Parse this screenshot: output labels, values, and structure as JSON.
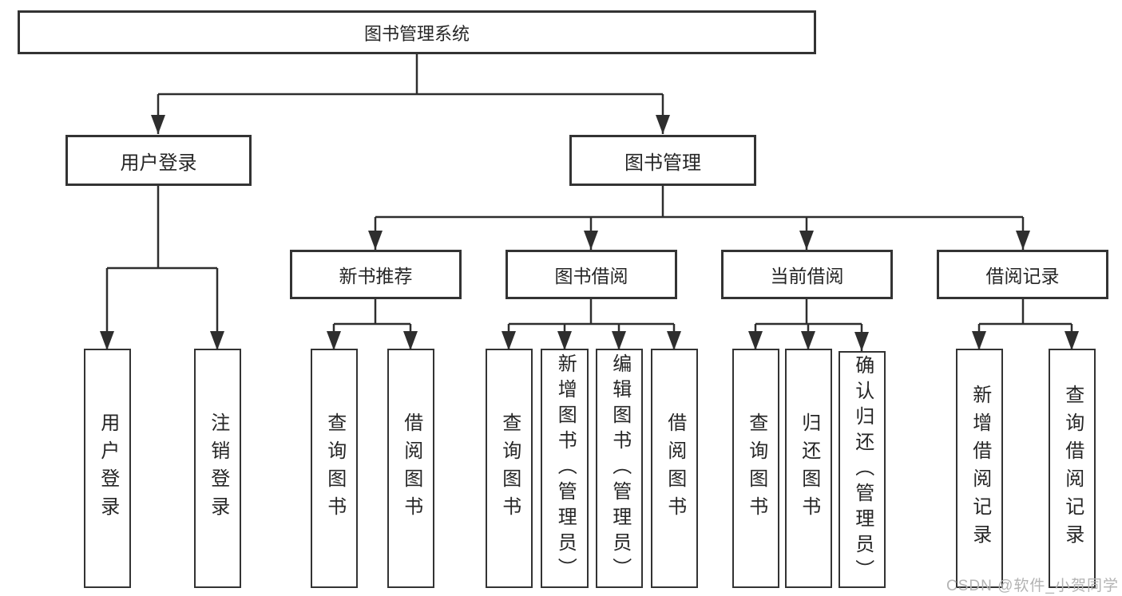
{
  "tree": {
    "root": "图书管理系统",
    "children": [
      {
        "label": "用户登录",
        "children": [
          "用户登录",
          "注销登录"
        ]
      },
      {
        "label": "图书管理",
        "children": [
          {
            "label": "新书推荐",
            "children": [
              "查询图书",
              "借阅图书"
            ]
          },
          {
            "label": "图书借阅",
            "children": [
              "查询图书",
              "新增图书（管理员）",
              "编辑图书（管理员）",
              "借阅图书"
            ]
          },
          {
            "label": "当前借阅",
            "children": [
              "查询图书",
              "归还图书",
              "确认归还（管理员）"
            ]
          },
          {
            "label": "借阅记录",
            "children": [
              "新增借阅记录",
              "查询借阅记录"
            ]
          }
        ]
      }
    ]
  },
  "watermark": "CSDN @软件_小贺同学",
  "colors": {
    "line": "#2e2e2e",
    "box_border": "#333333",
    "text": "#262626",
    "watermark": "#b3b3b3",
    "background": "#ffffff"
  }
}
